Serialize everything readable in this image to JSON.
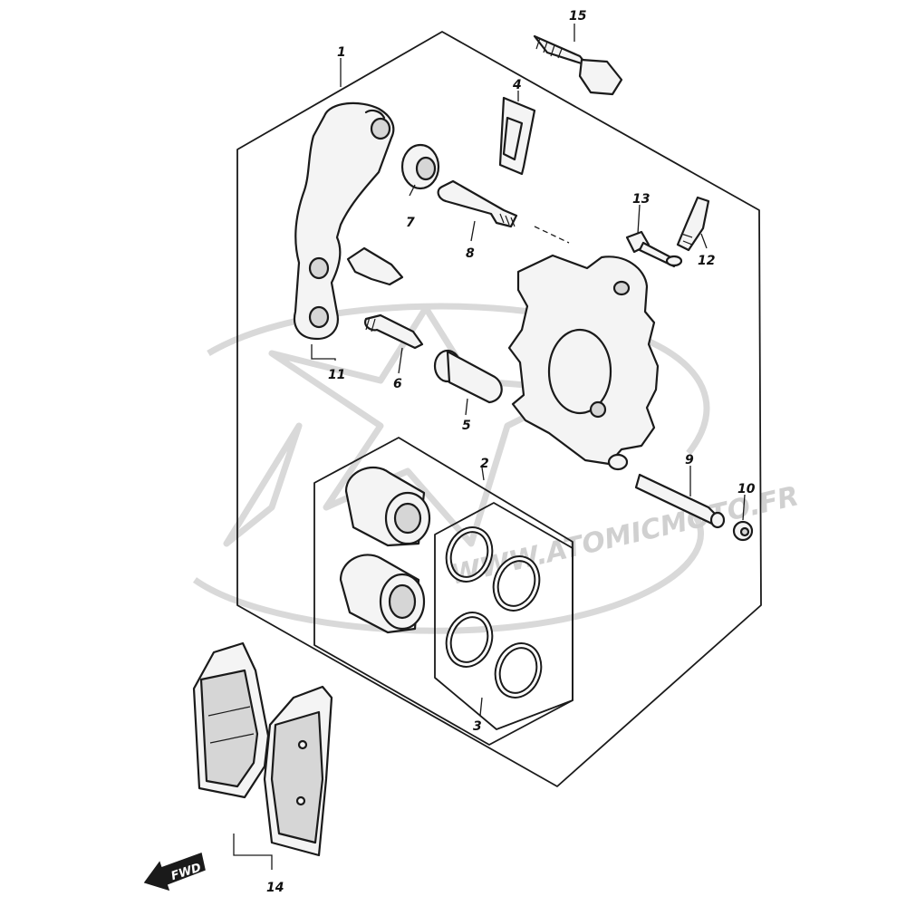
{
  "watermark": {
    "text": "WWW.ATOMICMOTO.FR"
  },
  "direction_marker": {
    "label": "FWD"
  },
  "callouts": {
    "c1": "1",
    "c2": "2",
    "c3": "3",
    "c4": "4",
    "c5": "5",
    "c6": "6",
    "c7": "7",
    "c8": "8",
    "c9": "9",
    "c10": "10",
    "c11": "11",
    "c12": "12",
    "c13": "13",
    "c14": "14",
    "c15": "15"
  }
}
